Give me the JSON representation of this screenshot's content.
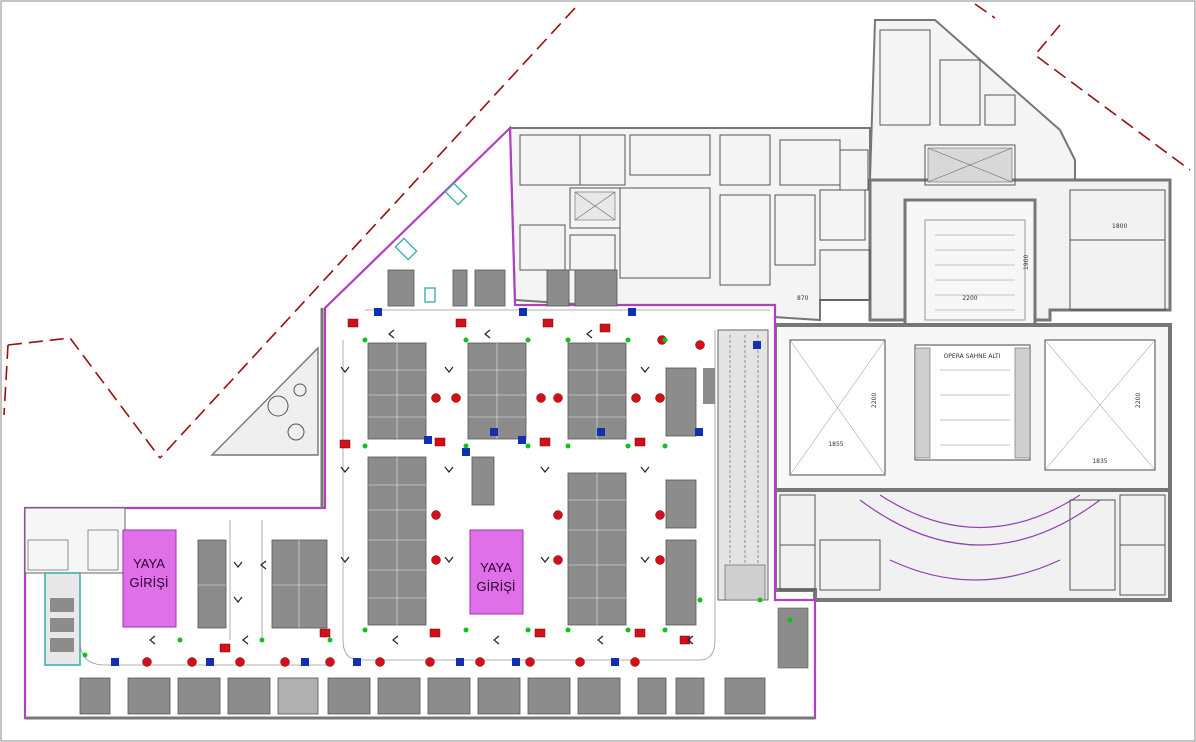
{
  "entrances": [
    {
      "id": "left",
      "line1": "YAYA",
      "line2": "GİRİŞİ"
    },
    {
      "id": "center",
      "line1": "YAYA",
      "line2": "GİRİŞİ"
    }
  ],
  "stage": {
    "title": "OPERA SAHNE ALTI",
    "dim_height": "2200",
    "dim_left": "1855",
    "dim_right": "1835",
    "dim_top": "2200",
    "dim_right_side": "2200"
  },
  "dimensions": {
    "upper_right": "1900",
    "small_room": "870",
    "side_a": "1800"
  },
  "colors": {
    "wall": "#7a7a7a",
    "outline_magenta": "#b040c0",
    "entrance_fill": "#e070e8",
    "parking_gray": "#8c8c8c",
    "dashed_boundary": "#9a1010",
    "sign_red": "#d0101a",
    "sign_blue": "#1030b0",
    "marker_green": "#10c020",
    "teal": "#40b0b0"
  }
}
